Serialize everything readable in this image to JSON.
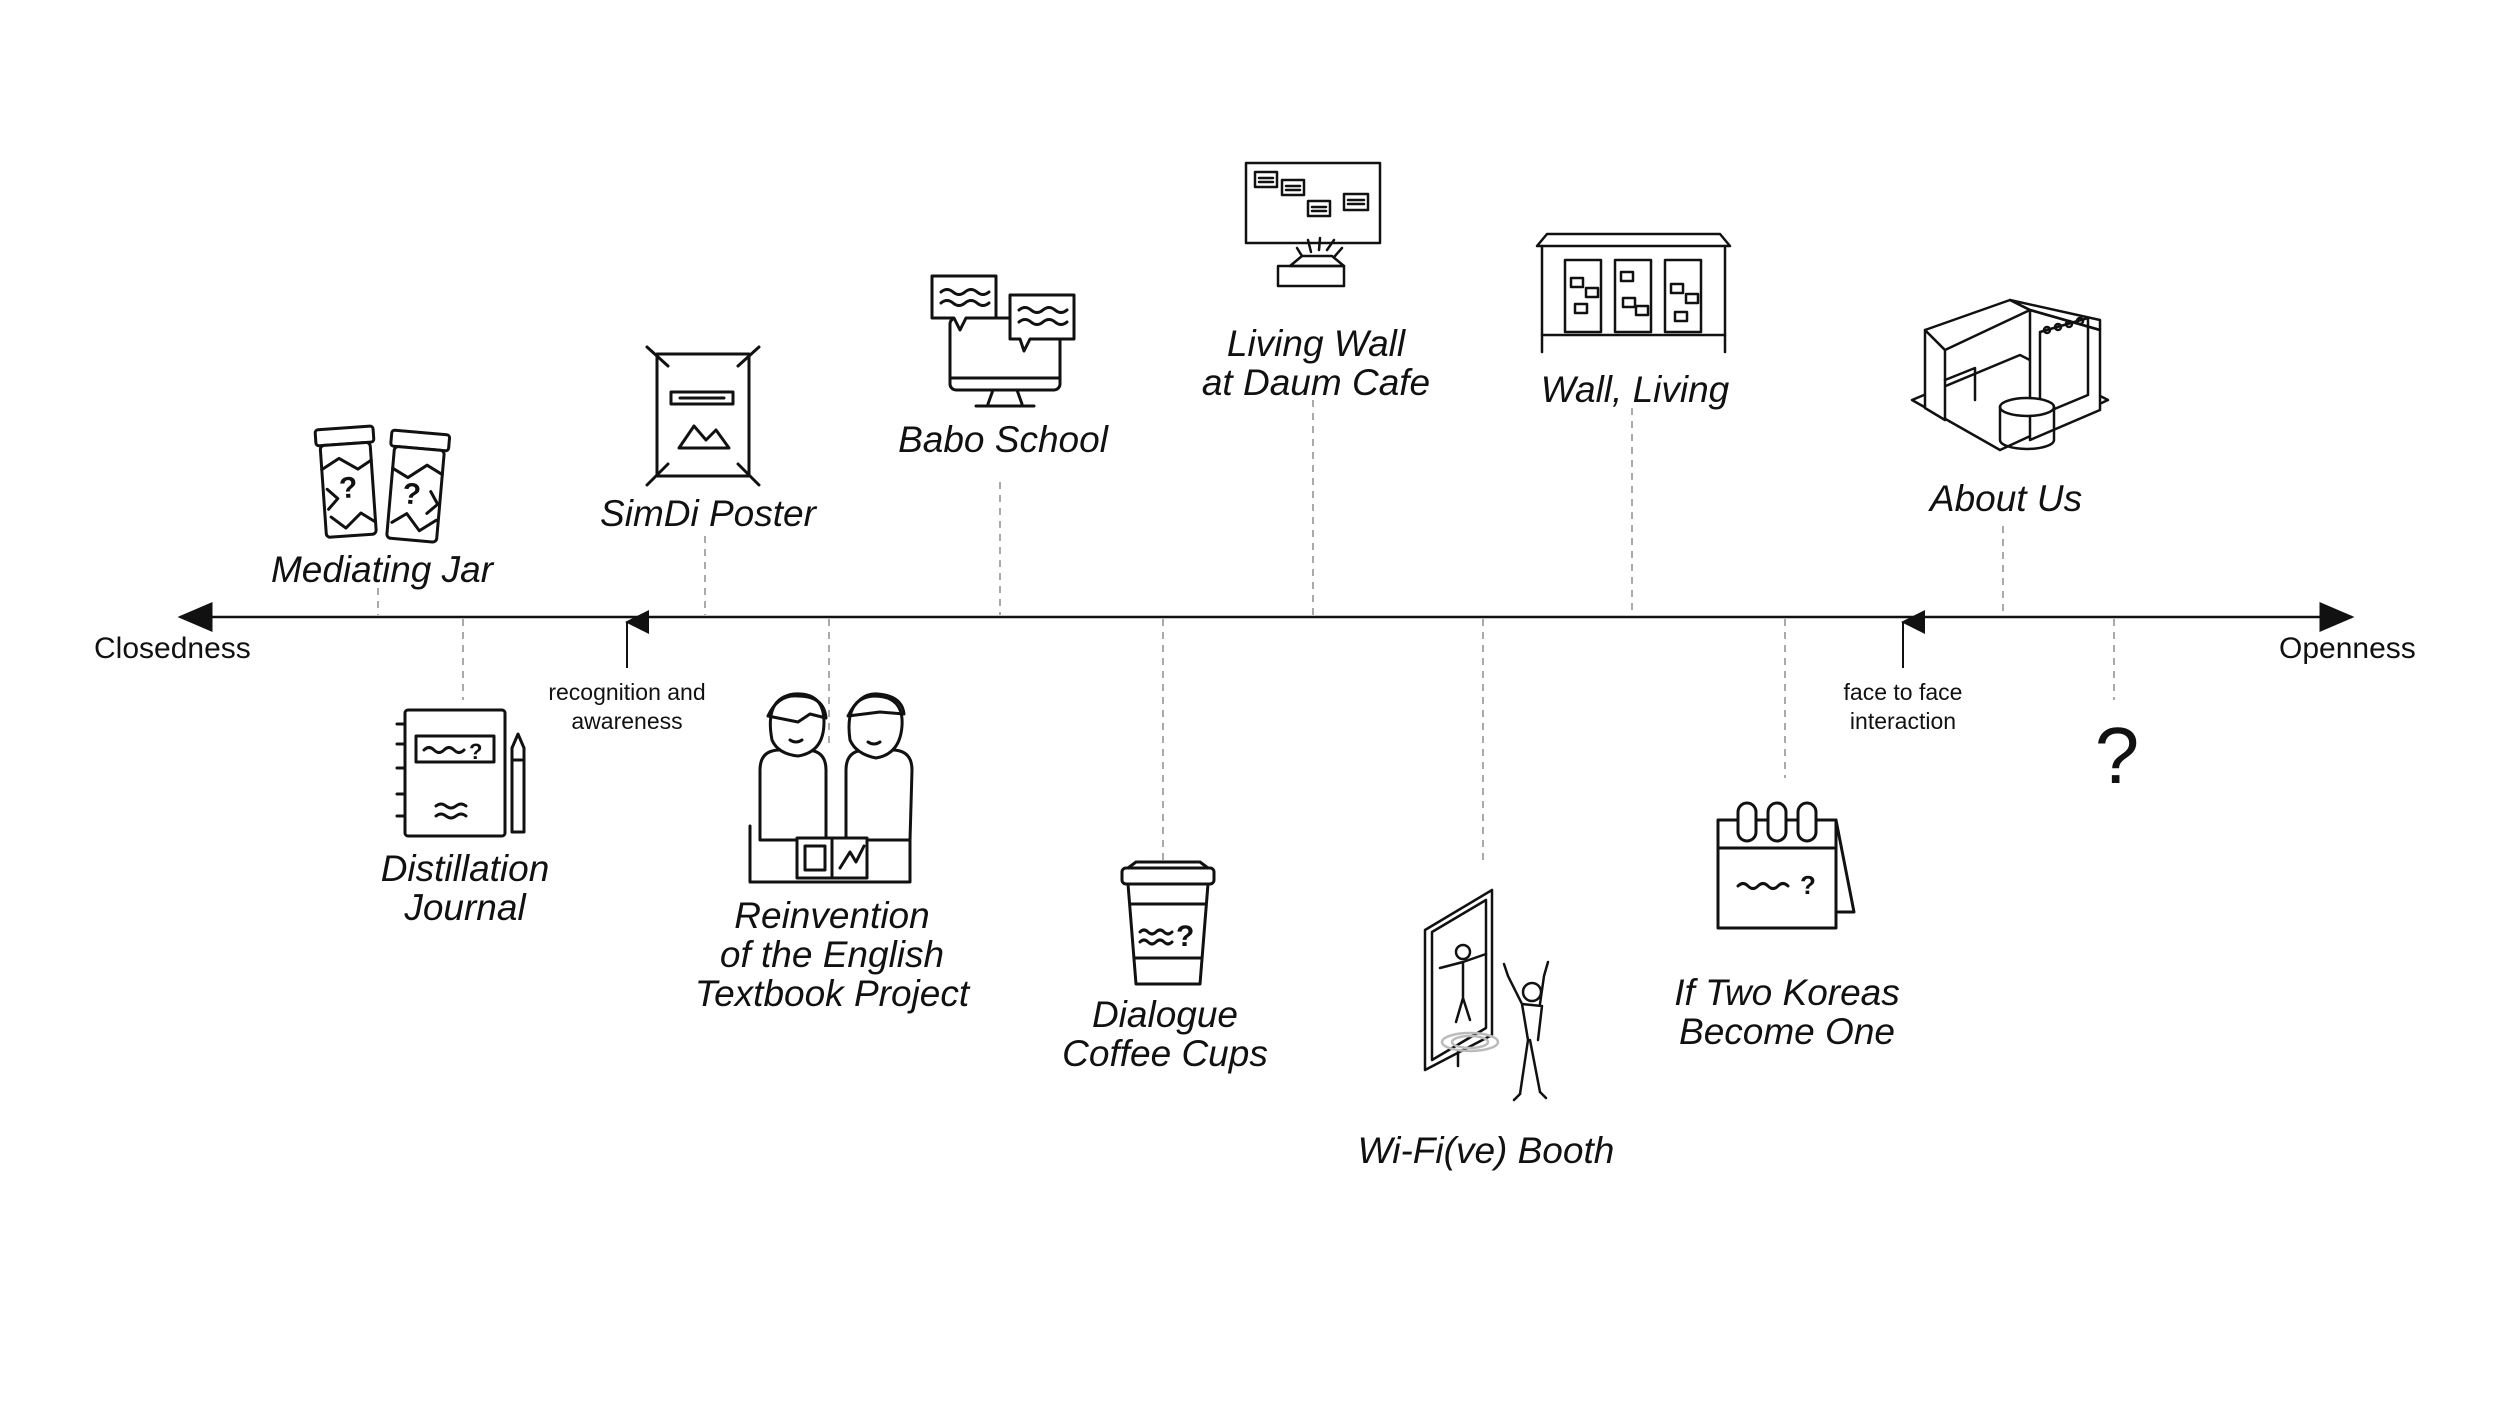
{
  "axis": {
    "left_label": "Closedness",
    "right_label": "Openness",
    "markers": [
      {
        "lines": [
          "recognition and",
          "awareness"
        ]
      },
      {
        "lines": [
          "face to face",
          "interaction"
        ]
      }
    ]
  },
  "projects": [
    {
      "icon": "mediating-jar-icon",
      "lines": [
        "Mediating Jar"
      ]
    },
    {
      "icon": "simdi-poster-icon",
      "lines": [
        "SimDi Poster"
      ]
    },
    {
      "icon": "babo-school-icon",
      "lines": [
        "Babo School"
      ]
    },
    {
      "icon": "living-wall-icon",
      "lines": [
        "Living Wall",
        "at Daum Cafe"
      ]
    },
    {
      "icon": "wall-living-icon",
      "lines": [
        "Wall, Living"
      ]
    },
    {
      "icon": "about-us-icon",
      "lines": [
        "About Us"
      ]
    },
    {
      "icon": "distillation-journal-icon",
      "lines": [
        "Distillation",
        "Journal"
      ]
    },
    {
      "icon": "reinvention-textbook-icon",
      "lines": [
        "Reinvention",
        "of the English",
        "Textbook Project"
      ]
    },
    {
      "icon": "coffee-cup-icon",
      "lines": [
        "Dialogue",
        "Coffee Cups"
      ]
    },
    {
      "icon": "wifi-booth-icon",
      "lines": [
        "Wi-Fi(ve) Booth"
      ]
    },
    {
      "icon": "calendar-icon",
      "lines": [
        "If Two Koreas",
        "Become One"
      ]
    }
  ],
  "unknown": "?"
}
